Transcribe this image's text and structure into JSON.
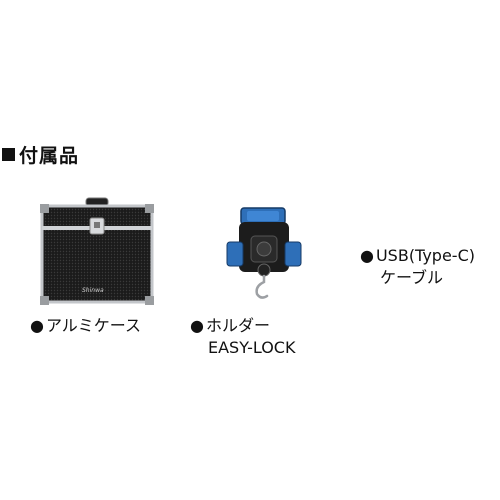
{
  "heading": {
    "text": "付属品"
  },
  "items": [
    {
      "bullet": "●",
      "line1": "アルミケース",
      "line2": ""
    },
    {
      "bullet": "●",
      "line1": "ホルダー",
      "line2": "EASY-LOCK"
    },
    {
      "bullet": "●",
      "line1": "USB(Type-C)",
      "line2": "ケーブル"
    }
  ],
  "case_logo_text": "Shinwa",
  "colors": {
    "holder_accent": "#2e6fb8",
    "case_body": "#1f1f1f",
    "frame": "#b9bcc0"
  }
}
